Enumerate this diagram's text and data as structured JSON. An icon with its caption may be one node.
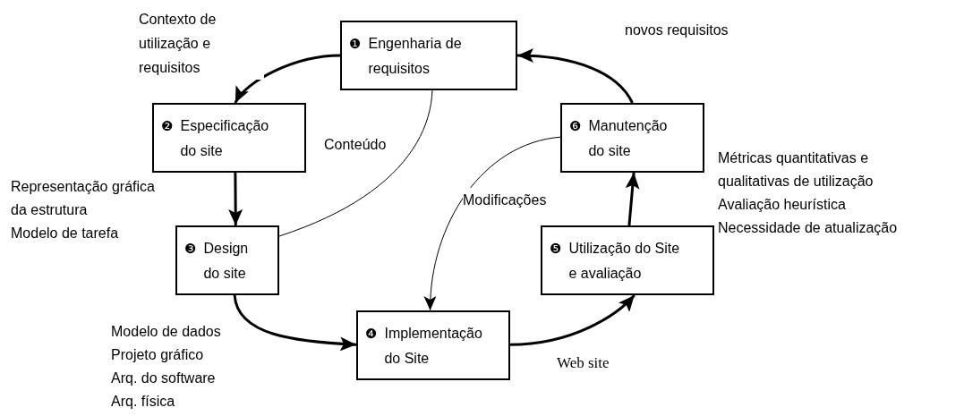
{
  "diagram": {
    "nodes": [
      {
        "text": [
          "❶",
          "Engenharia de requisitos"
        ]
      },
      {
        "text": [
          "❷",
          "Especificação do site"
        ]
      },
      {
        "text": [
          "❸",
          "Design do site"
        ]
      },
      {
        "text": [
          "❹",
          "Implementação do Site"
        ]
      },
      {
        "text": [
          "❺",
          "Utilização do Site e avaliação"
        ]
      },
      {
        "text": [
          "❻",
          "Manutenção do site"
        ]
      }
    ],
    "edges": [
      {
        "from": 0,
        "to": 1,
        "arrow": "to",
        "label": "Contexto de utilização e requisitos"
      },
      {
        "from": 1,
        "to": 2,
        "arrow": "to"
      },
      {
        "from": 2,
        "to": 3,
        "arrow": "to"
      },
      {
        "from": 3,
        "to": 4,
        "arrow": "to",
        "label": "Web site"
      },
      {
        "from": 4,
        "to": 5,
        "arrow": "to"
      },
      {
        "from": 5,
        "to": 0,
        "arrow": "to",
        "label": "novos requisitos"
      },
      {
        "from": 0,
        "to": 2,
        "arrow": "to",
        "label": "Conteúdo"
      },
      {
        "from": 5,
        "to": 3,
        "arrow": "to",
        "label": "Modificações"
      }
    ],
    "labels": [
      "Representação gráfica da estrutura",
      "Modelo de tarefa",
      "Modelo de dados",
      "Projeto gráfico",
      "Arq. do software",
      "Arq. física",
      "Métricas quantitativas e qualitativas de utilização",
      "Avaliação heurística",
      "Necessidade de atualização"
    ]
  }
}
